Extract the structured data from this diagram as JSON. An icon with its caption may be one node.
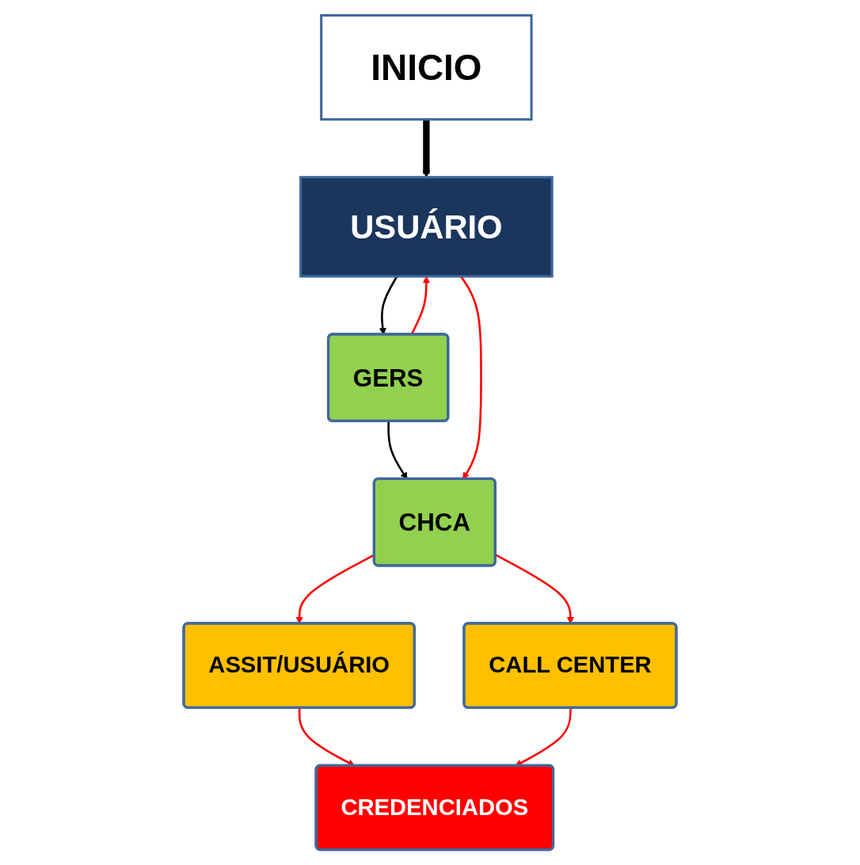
{
  "diagram": {
    "nodes": [
      {
        "text": [
          "INICIO"
        ]
      },
      {
        "text": [
          "USUÁRIO"
        ]
      },
      {
        "text": [
          "GERS"
        ]
      },
      {
        "text": [
          "CHCA"
        ]
      },
      {
        "text": [
          "ASSIT/USUÁRIO"
        ]
      },
      {
        "text": [
          "CALL CENTER"
        ]
      },
      {
        "text": [
          "CREDENCIADOS"
        ]
      }
    ],
    "edges": [
      {
        "from": 0,
        "to": 1,
        "arrow": "to",
        "style": "thick",
        "color": "#000000"
      },
      {
        "from": 1,
        "to": 2,
        "arrow": "to",
        "color": "#000000"
      },
      {
        "from": 2,
        "to": 1,
        "arrow": "to"
      },
      {
        "from": 2,
        "to": 3,
        "arrow": "to",
        "color": "#000000"
      },
      {
        "from": 1,
        "to": 3,
        "arrow": "to"
      },
      {
        "from": 3,
        "to": 4,
        "arrow": "to"
      },
      {
        "from": 3,
        "to": 5,
        "arrow": "to"
      },
      {
        "from": 4,
        "to": 6,
        "arrow": "to"
      },
      {
        "from": 5,
        "to": 6,
        "arrow": "to"
      }
    ]
  }
}
